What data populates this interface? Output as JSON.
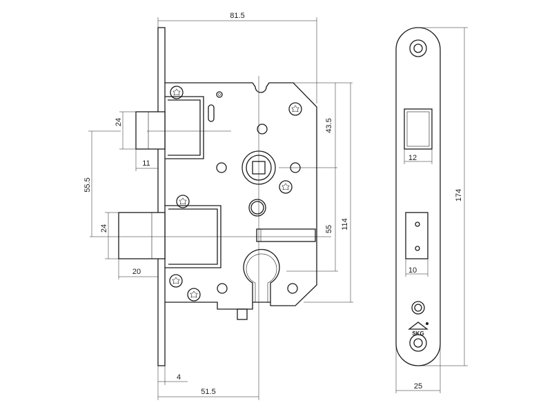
{
  "figure": {
    "dimensions": {
      "top_width": "81.5",
      "bottom_width": "51.5",
      "faceplate_thickness": "4",
      "bolt_height": "24",
      "bolt_projection": "11",
      "latch_height": "24",
      "latch_projection": "20",
      "bolt_to_latch": "55.5",
      "top_to_spindle": "43.5",
      "spindle_to_cylinder": "55",
      "case_height": "114",
      "strike_length": "174",
      "strike_width": "25",
      "strike_bolt_hole": "12",
      "strike_latch_hole": "10"
    },
    "logo_text": "SKG"
  }
}
